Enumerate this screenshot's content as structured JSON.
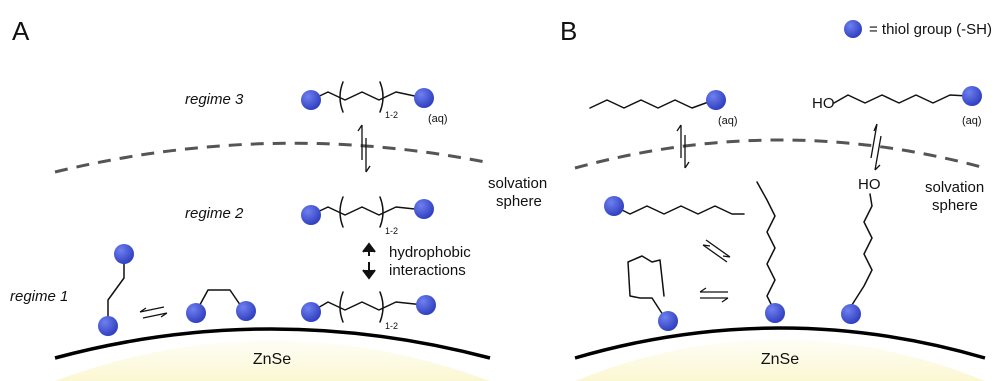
{
  "panels": {
    "a": {
      "letter": "A"
    },
    "b": {
      "letter": "B"
    }
  },
  "legend": {
    "text": "= thiol group (-SH)"
  },
  "regimes": {
    "r1": "regime 1",
    "r2": "regime 2",
    "r3": "regime 3"
  },
  "labels": {
    "aq": "(aq)",
    "repeat": "1-2",
    "hydrophobic_line1": "hydrophobic",
    "hydrophobic_line2": "interactions",
    "solvation_line1": "solvation",
    "solvation_line2": "sphere",
    "substrate": "ZnSe",
    "hydroxyl": "HO"
  },
  "colors": {
    "thiol": "#2f3fbf",
    "thiol_highlight": "#5d6ee8",
    "surface_glow": "#fbf7d2",
    "dashed": "#555555"
  }
}
